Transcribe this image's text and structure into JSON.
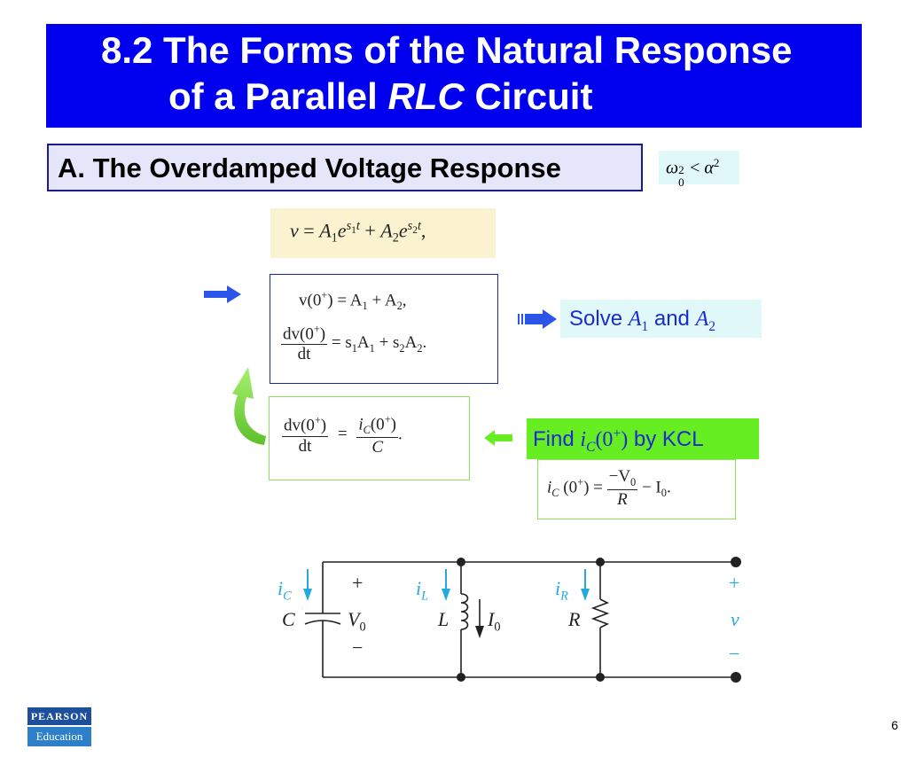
{
  "title": {
    "line1": "8.2 The Forms of the Natural Response",
    "line2_pre": "of a Parallel",
    "line2_italic": "RLC",
    "line2_post": "Circuit"
  },
  "section": {
    "label": "A. The Overdamped Voltage Response"
  },
  "condition": {
    "omega": "ω",
    "sub0": "0",
    "sup2a": "2",
    "lt": "<",
    "alpha": "α",
    "sup2b": "2"
  },
  "eq_general": {
    "v": "v",
    "eq": "=",
    "A1": "A",
    "sub1": "1",
    "e1": "e",
    "exp1_s": "s",
    "exp1_sub": "1",
    "exp1_t": "t",
    "plus": "+",
    "A2": "A",
    "sub2": "2",
    "e2": "e",
    "exp2_s": "s",
    "exp2_sub": "2",
    "exp2_t": "t",
    "comma": ","
  },
  "eq_initial": {
    "row1_lhs": "v(0",
    "row1_sup": "+",
    "row1_rest": ") = A",
    "row1_s1": "1",
    "row1_plus": " + A",
    "row1_s2": "2",
    "row1_end": ",",
    "row2_num_a": "dv(0",
    "row2_num_sup": "+",
    "row2_num_b": ")",
    "row2_den": "dt",
    "row2_rhs_a": "= s",
    "row2_rhs_s1": "1",
    "row2_rhs_b": "A",
    "row2_rhs_s1b": "1",
    "row2_rhs_c": " + s",
    "row2_rhs_s2": "2",
    "row2_rhs_d": "A",
    "row2_rhs_s2b": "2",
    "row2_end": "."
  },
  "eq_deriv": {
    "num_a": "dv(0",
    "num_sup": "+",
    "num_b": ")",
    "den": "dt",
    "eq": "=",
    "rnum_a": "i",
    "rnum_sub": "C",
    "rnum_b": "(0",
    "rnum_sup": "+",
    "rnum_c": ")",
    "rden": "C",
    "end": "."
  },
  "eq_ic": {
    "lhs_a": "i",
    "lhs_sub": "C",
    "lhs_b": " (0",
    "lhs_sup": "+",
    "lhs_c": ") =",
    "num_a": "−V",
    "num_sub": "0",
    "den": "R",
    "tail_a": "− I",
    "tail_sub": "0",
    "tail_end": "."
  },
  "solve": {
    "prefix": "Solve",
    "A1": "A",
    "s1": "1",
    "and": "and",
    "A2": "A",
    "s2": "2"
  },
  "find": {
    "prefix": "Find",
    "i": "i",
    "sub": "C",
    "paren": "(0",
    "sup": "+",
    "close": ")",
    "suffix": "by KCL"
  },
  "circuit": {
    "iC": "i",
    "iC_sub": "C",
    "plus_cap": "+",
    "C": "C",
    "V": "V",
    "V_sub": "0",
    "minus_cap": "−",
    "iL": "i",
    "iL_sub": "L",
    "L": "L",
    "I": "I",
    "I_sub": "0",
    "iR": "i",
    "iR_sub": "R",
    "R": "R",
    "out_plus": "+",
    "out_v": "v",
    "out_minus": "−"
  },
  "logo": {
    "line1": "PEARSON",
    "line2": "Education"
  },
  "page_number": "6",
  "colors": {
    "title_bg": "#0000ee",
    "accent_blue": "#1a2bd0",
    "green": "#66ee22",
    "arrow_blue": "#2a55e8"
  }
}
